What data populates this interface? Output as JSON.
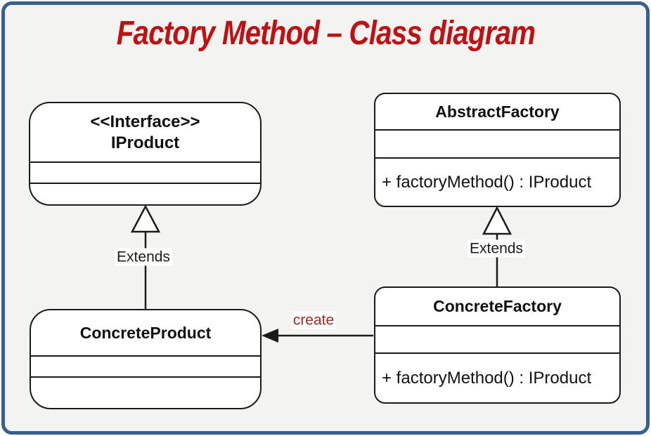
{
  "title": "Factory Method – Class diagram",
  "classes": {
    "iproduct": {
      "stereotype": "<<Interface>>",
      "name": "IProduct"
    },
    "abstractFactory": {
      "name": "AbstractFactory",
      "method": "+ factoryMethod() : IProduct"
    },
    "concreteProduct": {
      "name": "ConcreteProduct"
    },
    "concreteFactory": {
      "name": "ConcreteFactory",
      "method": "+ factoryMethod() : IProduct"
    }
  },
  "relations": {
    "extendsLeft": {
      "label": "Extends",
      "type": "generalization"
    },
    "extendsRight": {
      "label": "Extends",
      "type": "generalization"
    },
    "create": {
      "label": "create",
      "type": "dependency"
    }
  },
  "colors": {
    "title_red": "#BE1113",
    "frame_border_blue": "#38608C",
    "canvas_background": "#F3F3F2",
    "create_label_red": "#9F2A20",
    "box_border": "#1B1B1B",
    "box_background": "#FFFFFF"
  }
}
